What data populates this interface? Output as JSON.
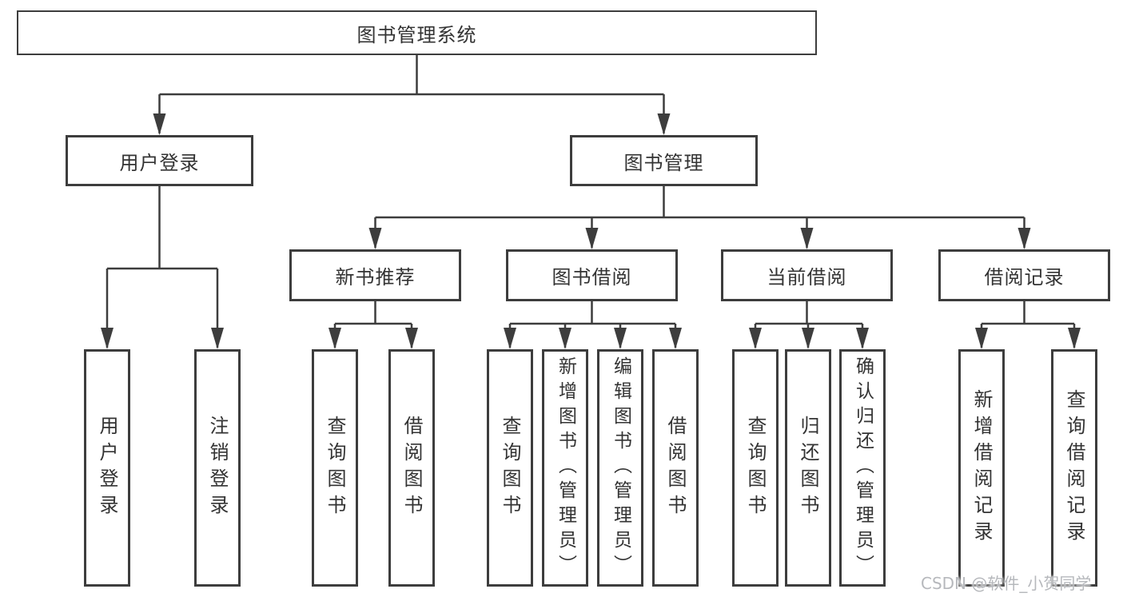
{
  "colors": {
    "line": "#3d3d3d",
    "box_border": "#3d3d3d",
    "text": "#333333",
    "watermark": "#b6b8bc",
    "background": "#ffffff"
  },
  "diagram": {
    "root": {
      "label": "图书管理系统"
    },
    "level2": [
      {
        "id": "user-login",
        "label": "用户登录"
      },
      {
        "id": "book-management",
        "label": "图书管理"
      }
    ],
    "level3": [
      {
        "id": "new-book-recommendation",
        "label": "新书推荐"
      },
      {
        "id": "book-borrowing",
        "label": "图书借阅"
      },
      {
        "id": "current-borrowing",
        "label": "当前借阅"
      },
      {
        "id": "borrowing-records",
        "label": "借阅记录"
      }
    ],
    "leaves": [
      {
        "group": "user-login",
        "label": "用户登录"
      },
      {
        "group": "user-login",
        "label": "注销登录"
      },
      {
        "group": "new-book-recommendation",
        "label": "查询图书"
      },
      {
        "group": "new-book-recommendation",
        "label": "借阅图书"
      },
      {
        "group": "book-borrowing",
        "label": "查询图书"
      },
      {
        "group": "book-borrowing",
        "label": "新增图书（管理员）"
      },
      {
        "group": "book-borrowing",
        "label": "编辑图书（管理员）"
      },
      {
        "group": "book-borrowing",
        "label": "借阅图书"
      },
      {
        "group": "current-borrowing",
        "label": "查询图书"
      },
      {
        "group": "current-borrowing",
        "label": "归还图书"
      },
      {
        "group": "current-borrowing",
        "label": "确认归还（管理员）"
      },
      {
        "group": "borrowing-records",
        "label": "新增借阅记录"
      },
      {
        "group": "borrowing-records",
        "label": "查询借阅记录"
      }
    ]
  },
  "watermark": {
    "text": "CSDN @软件_小贺同学"
  }
}
